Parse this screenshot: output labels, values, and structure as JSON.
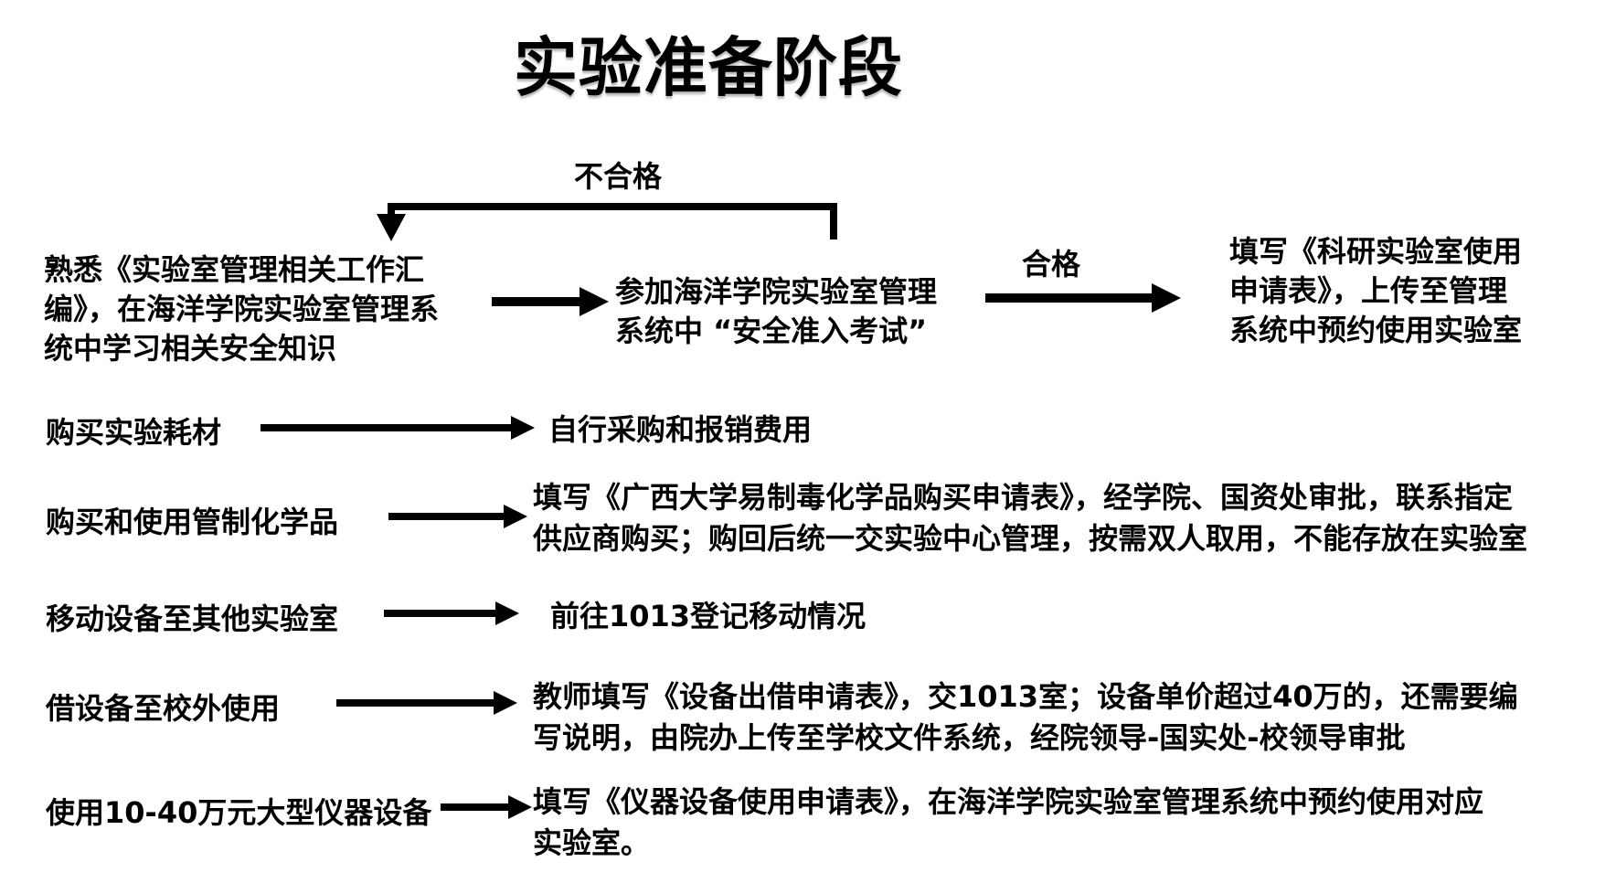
{
  "title": "实验准备阶段",
  "top_flow": {
    "fail_label": "不合格",
    "pass_label": "合格",
    "step1_lines": [
      "熟悉《实验室管理相关工作汇",
      "编》，在海洋学院实验室管理系",
      "统中学习相关安全知识"
    ],
    "step2_lines": [
      "参加海洋学院实验室管理",
      "系统中 “安全准入考试”"
    ],
    "step3_lines": [
      "填写《科研实验室使用",
      "申请表》，上传至管理",
      "系统中预约使用实验室"
    ]
  },
  "rows": [
    {
      "label": "购买实验耗材",
      "result_lines": [
        "自行采购和报销费用"
      ]
    },
    {
      "label": "购买和使用管制化学品",
      "result_lines": [
        "填写《广西大学易制毒化学品购买申请表》，经学院、国资处审批，联系指定",
        "供应商购买；购回后统一交实验中心管理，按需双人取用，不能存放在实验室"
      ]
    },
    {
      "label": "移动设备至其他实验室",
      "result_lines": [
        "前往1013登记移动情况"
      ]
    },
    {
      "label": "借设备至校外使用",
      "result_lines": [
        "教师填写《设备出借申请表》，交1013室；设备单价超过40万的，还需要编",
        "写说明，由院办上传至学校文件系统，经院领导-国实处-校领导审批"
      ]
    },
    {
      "label": "使用10-40万元大型仪器设备",
      "result_lines": [
        "填写《仪器设备使用申请表》，在海洋学院实验室管理系统中预约使用对应",
        "实验室。"
      ]
    }
  ],
  "colors": {
    "ink": "#000000",
    "background": "#ffffff"
  }
}
